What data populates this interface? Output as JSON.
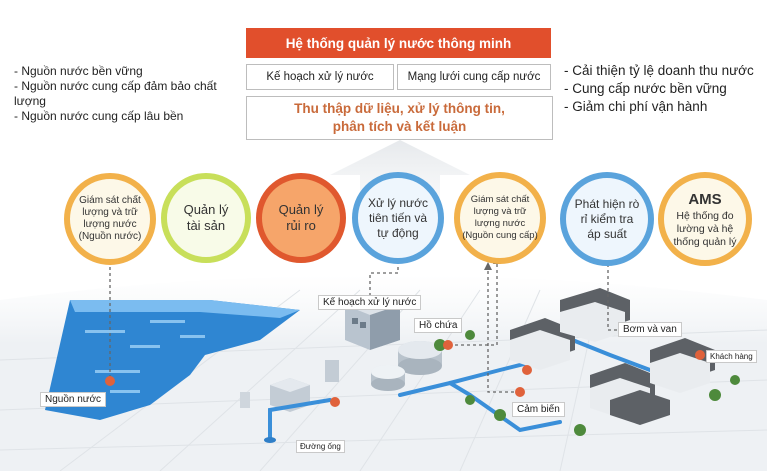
{
  "left_bullets": [
    "- Nguồn nước bền vững",
    "- Nguồn nước cung cấp đảm bảo chất lượng",
    "- Nguồn nước cung cấp lâu bền"
  ],
  "right_bullets": [
    "- Cải thiện tỷ lệ doanh thu nước",
    "- Cung cấp nước bền vững",
    "- Giảm chi phí vận hành"
  ],
  "header": {
    "title": "Hệ thống quản lý nước thông minh",
    "plan": "Kế hoạch xử lý nước",
    "network": "Mạng lưới cung cấp nước",
    "collect_line1": "Thu thập dữ liệu, xử lý thông tin,",
    "collect_line2": "phân tích và kết luận"
  },
  "circles": [
    {
      "lines": [
        "Giám sát chất",
        "lượng và trữ",
        "lượng nước",
        "(Nguồn nước)"
      ]
    },
    {
      "lines": [
        "Quản lý",
        "tài sản"
      ]
    },
    {
      "lines": [
        "Quản lý",
        "rủi ro"
      ]
    },
    {
      "lines": [
        "Xử lý nước",
        "tiên tiến và",
        "tự động"
      ]
    },
    {
      "lines": [
        "Giám sát chất",
        "lượng và trữ",
        "lượng nước",
        "(Nguồn cung cấp)"
      ]
    },
    {
      "lines": [
        "Phát hiện rò",
        "rỉ kiểm tra",
        "áp suất"
      ]
    },
    {
      "title": "AMS",
      "lines": [
        "Hệ thống đo",
        "lường và hệ",
        "thống quản lý"
      ]
    }
  ],
  "callouts": {
    "water_source": "Nguồn nước",
    "plan": "Kế hoạch xử lý nước",
    "reservoir": "Hồ chứa",
    "pump_valve": "Bơm và van",
    "customer": "Khách hàng",
    "sensor": "Cảm biến",
    "pipe": "Đường ống"
  },
  "colors": {
    "title_bar": "#e14f2c",
    "collect_text": "#c96a3a",
    "ring_orange": "#f2b14a",
    "ring_green": "#c8df5a",
    "ring_red": "#e0582e",
    "ring_blue": "#5aa3dc",
    "accent_dot": "#e0623b"
  }
}
